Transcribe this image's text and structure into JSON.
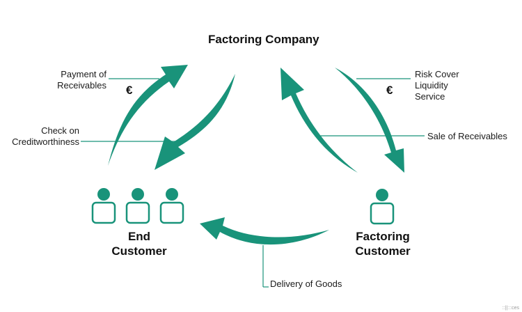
{
  "title": "Factoring Company",
  "parties": {
    "end_customer": [
      "End",
      "Customer"
    ],
    "factoring_customer": [
      "Factoring",
      "Customer"
    ]
  },
  "flows": {
    "payment_of_receivables": [
      "Payment of",
      "Receivables"
    ],
    "check_on_creditworthiness": [
      "Check on",
      "Creditworthiness"
    ],
    "risk_cover": [
      "Risk Cover",
      "Liquidity",
      "Service"
    ],
    "sale_of_receivables": "Sale of Receivables",
    "delivery_of_goods": "Delivery of Goods"
  },
  "currency_symbol": "€",
  "watermark": "::||:::ces",
  "colors": {
    "accent": "#19937a",
    "text": "#1a1a1a",
    "leader_line": "#19937a"
  }
}
